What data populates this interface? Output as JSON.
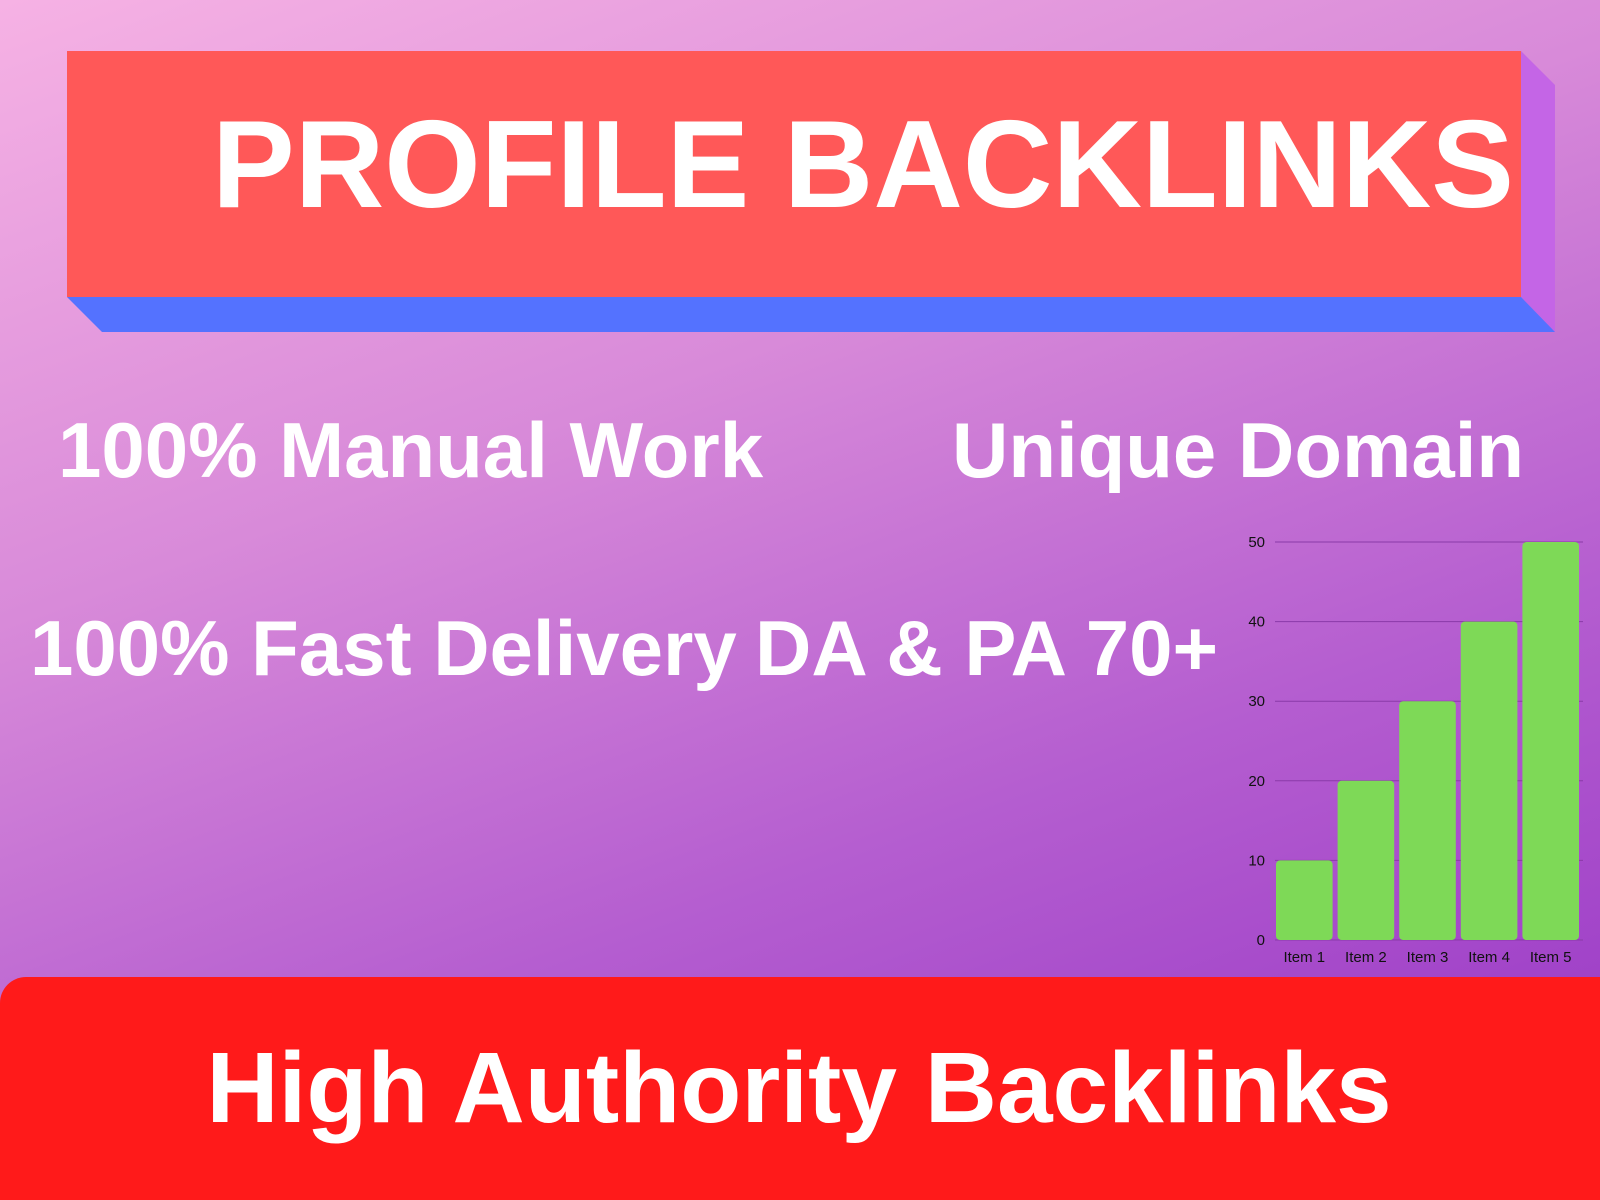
{
  "banner": {
    "title": "PROFILE BACKLINKS",
    "face_color": "#ff5858",
    "bottom_color": "#5472ff",
    "side_color": "#c465e6"
  },
  "features": [
    "100% Manual Work",
    "Unique Domain",
    "100% Fast Delivery",
    "DA & PA 70+"
  ],
  "footer": {
    "text": "High Authority Backlinks",
    "color": "#ff1a1a"
  },
  "chart_data": {
    "type": "bar",
    "categories": [
      "Item 1",
      "Item 2",
      "Item 3",
      "Item 4",
      "Item 5"
    ],
    "values": [
      10,
      20,
      30,
      40,
      50
    ],
    "ylim": [
      0,
      50
    ],
    "yticks": [
      0,
      10,
      20,
      30,
      40,
      50
    ],
    "grid": true,
    "bar_color": "#7ed957",
    "title": "",
    "xlabel": "",
    "ylabel": ""
  }
}
